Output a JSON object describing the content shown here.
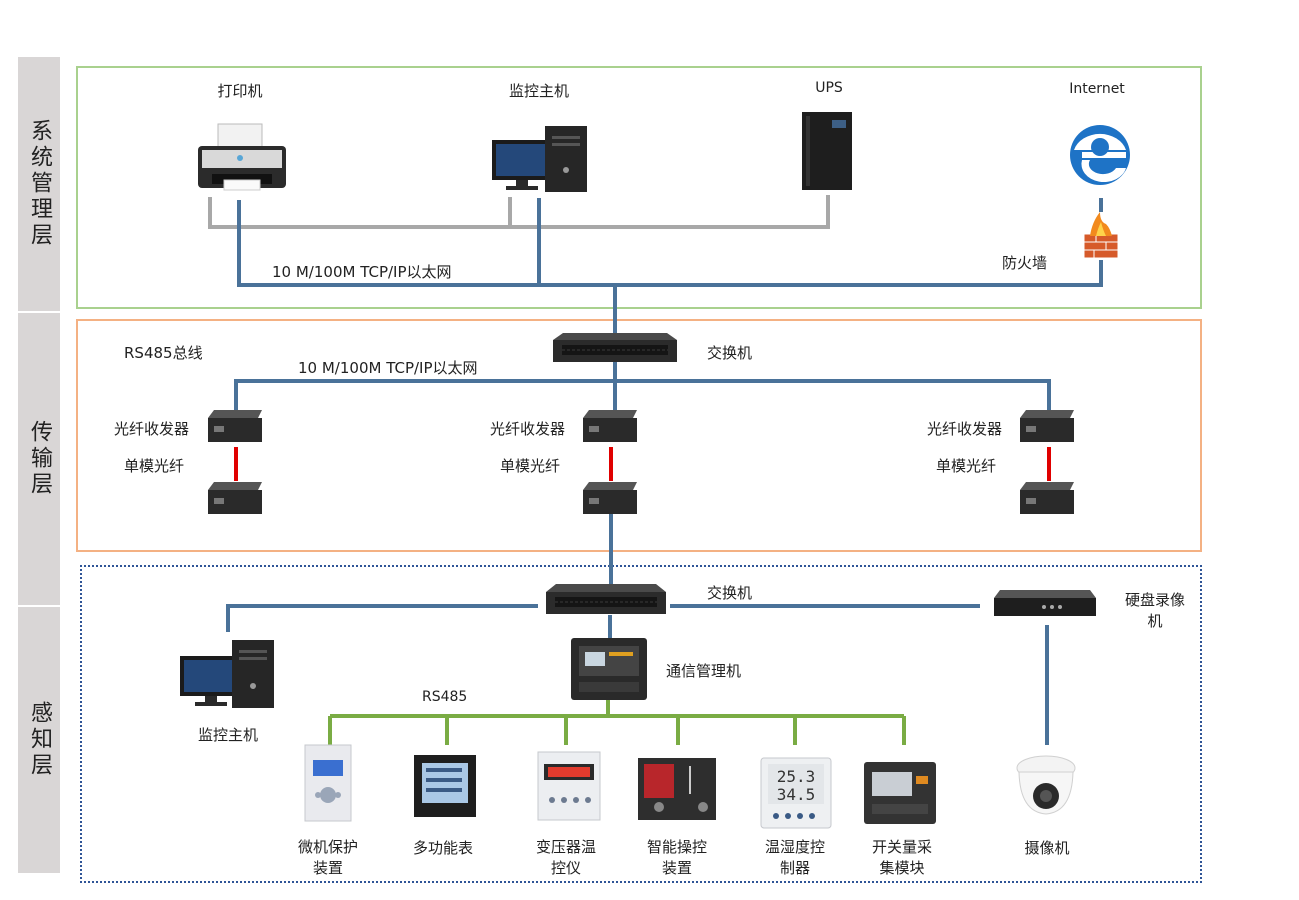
{
  "layers": {
    "system": "系统管理层",
    "transport": "传输层",
    "perception": "感知层"
  },
  "system": {
    "printer": "打印机",
    "monitor_host": "监控主机",
    "ups": "UPS",
    "internet": "Internet",
    "firewall": "防火墙",
    "ethernet": "10 M/100M TCP/IP以太网"
  },
  "transport": {
    "rs485_bus": "RS485总线",
    "ethernet": "10 M/100M TCP/IP以太网",
    "switch": "交换机",
    "transceiver_left": "光纤收发器",
    "transceiver_mid": "光纤收发器",
    "transceiver_right": "光纤收发器",
    "fiber_left": "单模光纤",
    "fiber_mid": "单模光纤",
    "fiber_right": "单模光纤"
  },
  "perception": {
    "switch": "交换机",
    "nvr": "硬盘录像机",
    "comm_manager": "通信管理机",
    "monitor_host": "监控主机",
    "rs485": "RS485",
    "camera": "摄像机",
    "devices": [
      "微机保护装置",
      "多功能表",
      "变压器温控仪",
      "智能操控装置",
      "温湿度控制器",
      "开关量采集模块"
    ],
    "display_temp": "25.3",
    "display_hum": "34.5"
  },
  "colors": {
    "trunk": "#4a7299",
    "printer_link": "#a8a8a8",
    "fiber": "#e00000",
    "rs485": "#7aac44",
    "system_border": "#a9d18e",
    "transport_border": "#f4b183",
    "perception_border": "#2f5597"
  }
}
